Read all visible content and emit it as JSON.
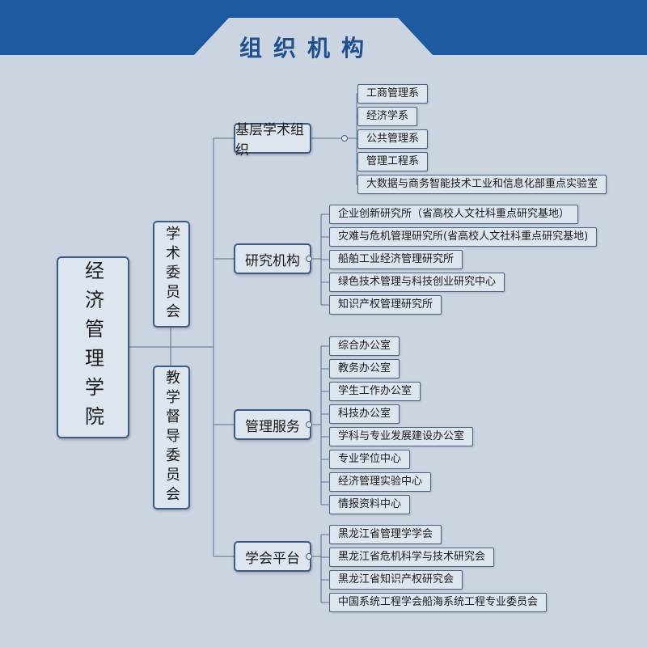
{
  "page_title": "组织机构",
  "root": {
    "label": "经济管理学院"
  },
  "committees": [
    {
      "label": "学术委员会"
    },
    {
      "label": "教学督导委员会"
    }
  ],
  "categories": [
    {
      "label": "基层学术组织",
      "items": [
        "工商管理系",
        "经济学系",
        "公共管理系",
        "管理工程系",
        "大数据与商务智能技术工业和信息化部重点实验室"
      ]
    },
    {
      "label": "研究机构",
      "items": [
        "企业创新研究所（省高校人文社科重点研究基地）",
        "灾难与危机管理研究所(省高校人文社科重点研究基地)",
        "船舶工业经济管理研究所",
        "绿色技术管理与科技创业研究中心",
        "知识产权管理研究所"
      ]
    },
    {
      "label": "管理服务",
      "items": [
        "综合办公室",
        "教务办公室",
        "学生工作办公室",
        "科技办公室",
        "学科与专业发展建设办公室",
        "专业学位中心",
        "经济管理实验中心",
        "情报资料中心"
      ]
    },
    {
      "label": "学会平台",
      "items": [
        "黑龙江省管理学学会",
        "黑龙江省危机科学与技术研究会",
        "黑龙江省知识产权研究会",
        "中国系统工程学会船海系统工程专业委员会"
      ]
    }
  ],
  "colors": {
    "banner": "#1f5ea3",
    "background": "#cbd5e1",
    "box_fill": "#dde5ef",
    "line": "#5b7090"
  }
}
